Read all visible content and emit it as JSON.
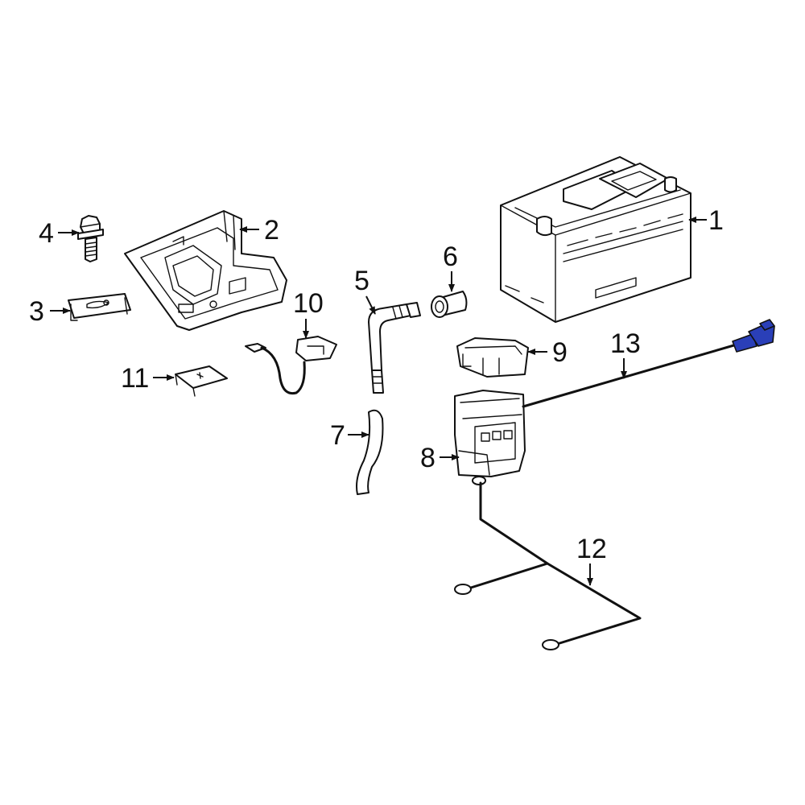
{
  "diagram": {
    "callouts": [
      {
        "id": "1",
        "text": "1"
      },
      {
        "id": "2",
        "text": "2"
      },
      {
        "id": "3",
        "text": "3"
      },
      {
        "id": "4",
        "text": "4"
      },
      {
        "id": "5",
        "text": "5"
      },
      {
        "id": "6",
        "text": "6"
      },
      {
        "id": "7",
        "text": "7"
      },
      {
        "id": "8",
        "text": "8"
      },
      {
        "id": "9",
        "text": "9"
      },
      {
        "id": "10",
        "text": "10"
      },
      {
        "id": "11",
        "text": "11"
      },
      {
        "id": "12",
        "text": "12"
      },
      {
        "id": "13",
        "text": "13"
      }
    ],
    "highlight_color": "#2a3fb8",
    "line_color": "#111111"
  }
}
